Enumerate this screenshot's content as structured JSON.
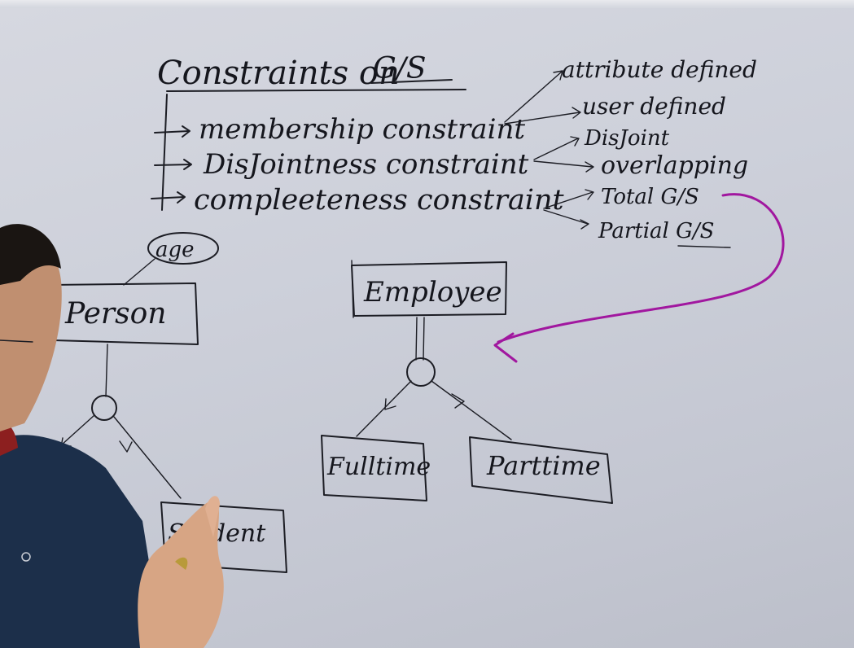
{
  "board": {
    "title_prefix": "Constraints on",
    "title_suffix": "G/S",
    "constraints": [
      {
        "label": "membership constraint",
        "options": [
          "attribute defined",
          "user defined"
        ]
      },
      {
        "label": "DisJointness constraint",
        "options": [
          "DisJoint",
          "overlapping"
        ]
      },
      {
        "label": "compleeteness constraint",
        "options": [
          "Total G/S",
          "Partial G/S"
        ]
      }
    ]
  },
  "diagram_left": {
    "attribute": "age",
    "entity": "Person",
    "child_right": "Student"
  },
  "diagram_right": {
    "entity": "Employee",
    "child_left": "Fulltime",
    "child_right": "Parttime"
  },
  "colors": {
    "ink": "#1c1d24",
    "marker_purple": "#a1179f",
    "board": "#cdd0da",
    "shirt": "#1c2f4a"
  }
}
